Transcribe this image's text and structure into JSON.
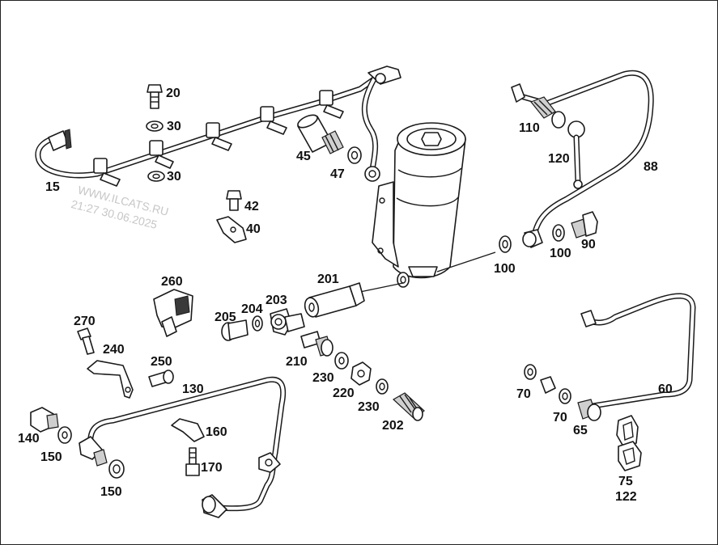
{
  "watermark": {
    "line1": "WWW.ILCATS.RU",
    "line2": "21:27 30.06.2025"
  },
  "part_labels": {
    "p15": "15",
    "p20": "20",
    "p30a": "30",
    "p30b": "30",
    "p40": "40",
    "p42": "42",
    "p45": "45",
    "p47": "47",
    "p60": "60",
    "p65": "65",
    "p70a": "70",
    "p70b": "70",
    "p75": "75",
    "p88": "88",
    "p90": "90",
    "p100a": "100",
    "p100b": "100",
    "p110": "110",
    "p120": "120",
    "p122": "122",
    "p130": "130",
    "p140": "140",
    "p150a": "150",
    "p150b": "150",
    "p160": "160",
    "p170": "170",
    "p201": "201",
    "p202": "202",
    "p203": "203",
    "p204": "204",
    "p205": "205",
    "p210": "210",
    "p220": "220",
    "p230a": "230",
    "p230b": "230",
    "p240": "240",
    "p250": "250",
    "p260": "260",
    "p270": "270"
  }
}
